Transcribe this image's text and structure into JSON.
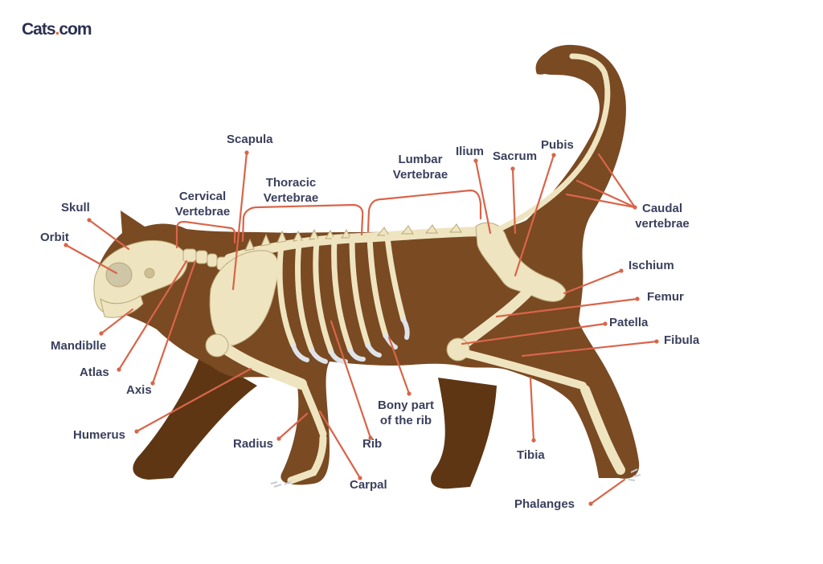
{
  "brand": {
    "name": "Cats",
    "dot": ".",
    "tld": "com"
  },
  "diagram": {
    "subject": "Cat skeleton anatomy",
    "colors": {
      "body": "#7a4a22",
      "body_dark": "#5e3614",
      "bone": "#efe4c0",
      "bone_shadow": "#cdbf95",
      "cartilage": "#dfe3ea",
      "leader": "#d9654a",
      "text": "#3a3f5c",
      "brand_dot": "#e2673f"
    },
    "labels": {
      "skull": "Skull",
      "orbit": "Orbit",
      "mandible": "Mandiblle",
      "atlas": "Atlas",
      "axis": "Axis",
      "humerus": "Humerus",
      "radius": "Radius",
      "carpal": "Carpal",
      "rib": "Rib",
      "bony_rib_1": "Bony part",
      "bony_rib_2": "of the rib",
      "scapula": "Scapula",
      "cervical_1": "Cervical",
      "cervical_2": "Vertebrae",
      "thoracic_1": "Thoracic",
      "thoracic_2": "Vertebrae",
      "lumbar_1": "Lumbar",
      "lumbar_2": "Vertebrae",
      "ilium": "Ilium",
      "sacrum": "Sacrum",
      "pubis": "Pubis",
      "caudal_1": "Caudal",
      "caudal_2": "vertebrae",
      "ischium": "Ischium",
      "femur": "Femur",
      "patella": "Patella",
      "fibula": "Fibula",
      "tibia": "Tibia",
      "phalanges": "Phalanges"
    }
  }
}
